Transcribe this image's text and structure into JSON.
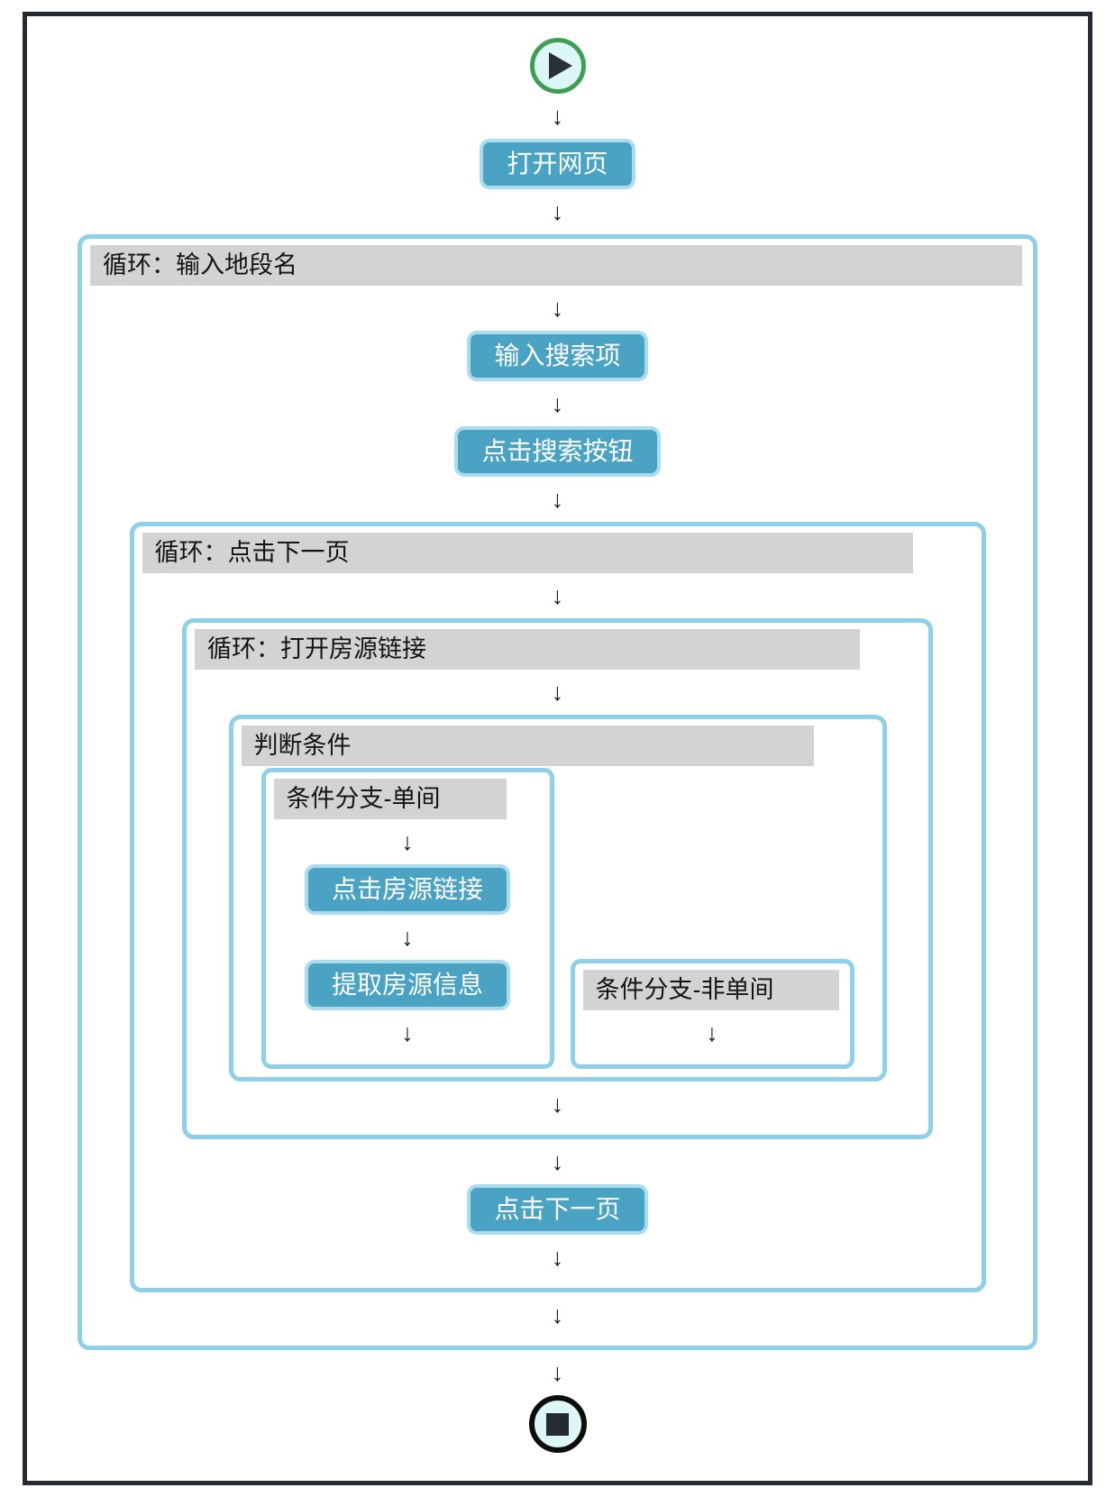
{
  "icons": {
    "arrow_down": "↓"
  },
  "colors": {
    "frame_border": "#262b33",
    "loop_border": "#8fd0e9",
    "loop_header_bg": "#d3d3d3",
    "button_bg": "#4aa3c2",
    "button_border": "#a8dcee",
    "button_text": "#ffffff",
    "start_ring": "#3f9e54",
    "node_fill": "#dcf7f5",
    "stop_ring": "#0d0d0d"
  },
  "workflow": {
    "open_page": {
      "label": "打开网页"
    },
    "loop_location": {
      "title": "循环：输入地段名",
      "input_search": {
        "label": "输入搜索项"
      },
      "click_search": {
        "label": "点击搜索按钮"
      },
      "loop_next_page": {
        "title": "循环：点击下一页",
        "loop_open_listing": {
          "title": "循环：打开房源链接",
          "condition": {
            "title": "判断条件",
            "branch_single": {
              "title": "条件分支-单间",
              "click_listing": {
                "label": "点击房源链接"
              },
              "extract_info": {
                "label": "提取房源信息"
              }
            },
            "branch_not_single": {
              "title": "条件分支-非单间"
            }
          }
        },
        "click_next": {
          "label": "点击下一页"
        }
      }
    }
  }
}
